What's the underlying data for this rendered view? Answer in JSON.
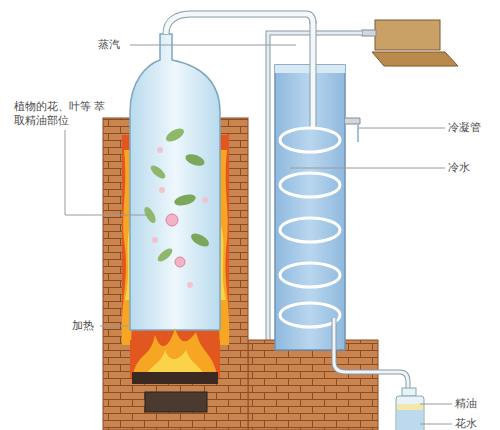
{
  "diagram": {
    "labels": [
      "蒸汽",
      "植物的花、叶等 萃取精油部位",
      "加热",
      "冷凝管",
      "冷水",
      "精油",
      "花水"
    ]
  }
}
